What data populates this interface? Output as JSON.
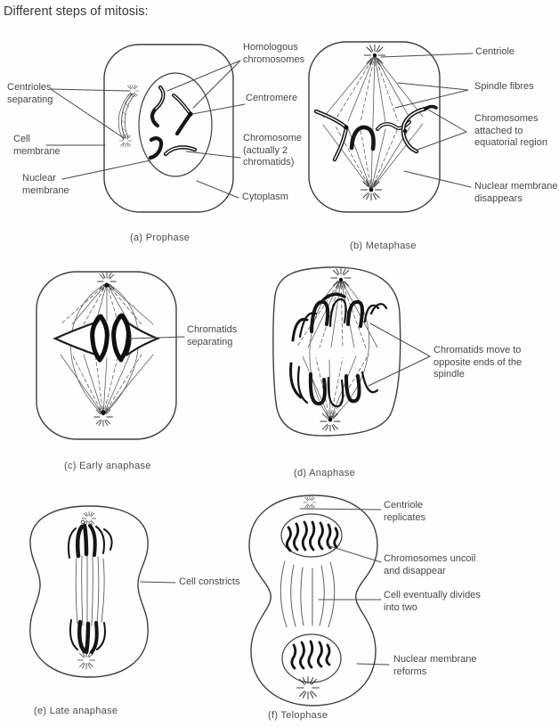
{
  "title": "Different steps of mitosis:",
  "panels": [
    {
      "caption": "(a) Prophase",
      "labels": {
        "centrioles": "Centrioles\nseparating",
        "cell_membrane": "Cell\nmembrane",
        "nuclear_membrane": "Nuclear\nmembrane",
        "homologous": "Homologous\nchromosomes",
        "centromere": "Centromere",
        "chromosome": "Chromosome\n(actually 2\nchromatids)",
        "cytoplasm": "Cytoplasm"
      }
    },
    {
      "caption": "(b) Metaphase",
      "labels": {
        "centriole": "Centriole",
        "spindle_fibres": "Spindle fibres",
        "chromosomes_equatorial": "Chromosomes\nattached to\nequatorial region",
        "nuclear_membrane_disappears": "Nuclear membrane\ndisappears"
      }
    },
    {
      "caption": "(c) Early anaphase",
      "labels": {
        "chromatids_separating": "Chromatids\nseparating"
      }
    },
    {
      "caption": "(d) Anaphase",
      "labels": {
        "chromatids_move": "Chromatids move to\nopposite ends of the\nspindle"
      }
    },
    {
      "caption": "(e) Late anaphase",
      "labels": {
        "cell_constricts": "Cell constricts"
      }
    },
    {
      "caption": "(f) Telophase",
      "labels": {
        "centriole_replicates": "Centriole\nreplicates",
        "chromosomes_uncoil": "Chromosomes uncoil\nand disappear",
        "cell_divides": "Cell eventually divides\ninto two",
        "nuclear_membrane_reforms": "Nuclear membrane\nreforms"
      }
    }
  ]
}
